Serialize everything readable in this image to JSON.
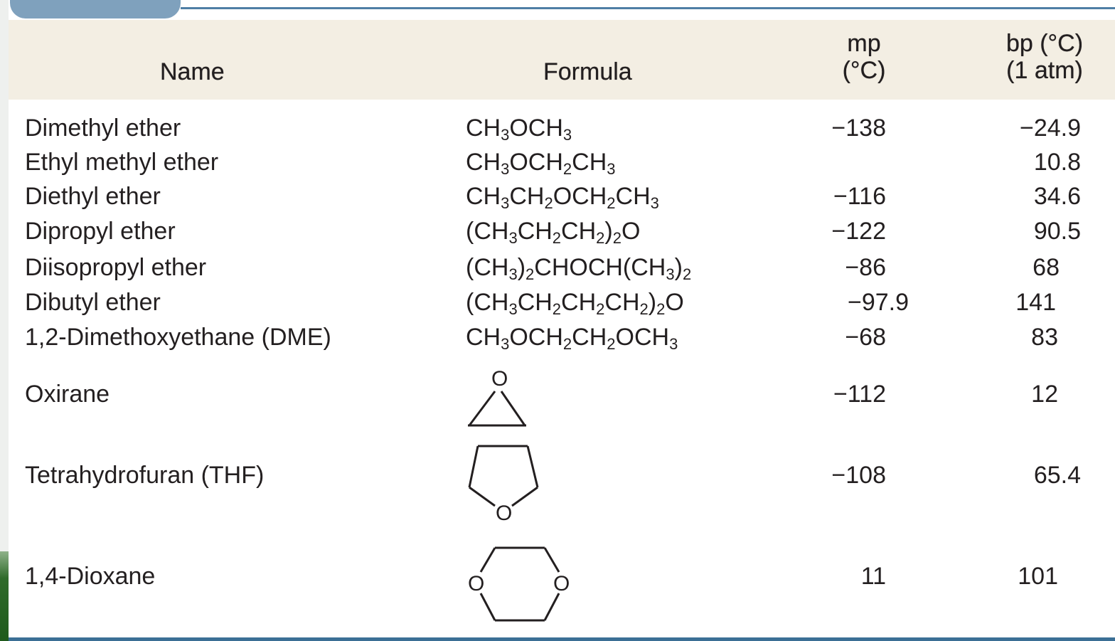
{
  "headers": {
    "name": "Name",
    "formula": "Formula",
    "mp_line1": "mp",
    "mp_line2": "(°C)",
    "bp_line1": "bp (°C)",
    "bp_line2": "(1 atm)"
  },
  "rows": [
    {
      "name": "Dimethyl ether",
      "formula_html": "CH<sub>3</sub>OCH<sub>3</sub>",
      "mp": "−138",
      "bp": "−24.9"
    },
    {
      "name": "Ethyl methyl ether",
      "formula_html": "CH<sub>3</sub>OCH<sub>2</sub>CH<sub>3</sub>",
      "mp": "",
      "bp": "10.8"
    },
    {
      "name": "Diethyl ether",
      "formula_html": "CH<sub>3</sub>CH<sub>2</sub>OCH<sub>2</sub>CH<sub>3</sub>",
      "mp": "−116",
      "bp": "34.6"
    },
    {
      "name": "Dipropyl ether",
      "formula_html": "(CH<sub>3</sub>CH<sub>2</sub>CH<sub>2</sub>)<sub>2</sub>O",
      "mp": "−122",
      "bp": "90.5"
    },
    {
      "name": "Diisopropyl ether",
      "formula_html": "(CH<sub>3</sub>)<sub>2</sub>CHOCH(CH<sub>3</sub>)<sub>2</sub>",
      "mp": "−86",
      "bp": "68"
    },
    {
      "name": "Dibutyl ether",
      "formula_html": "(CH<sub>3</sub>CH<sub>2</sub>CH<sub>2</sub>CH<sub>2</sub>)<sub>2</sub>O",
      "mp": "−97.9",
      "bp": "141"
    },
    {
      "name": "1,2-Dimethoxyethane (DME)",
      "formula_html": "CH<sub>3</sub>OCH<sub>2</sub>CH<sub>2</sub>OCH<sub>3</sub>",
      "mp": "−68",
      "bp": "83"
    },
    {
      "name": "Oxirane",
      "structure": "oxirane-ring",
      "mp": "−112",
      "bp": "12"
    },
    {
      "name": "Tetrahydrofuran (THF)",
      "structure": "thf-ring",
      "mp": "−108",
      "bp": "65.4"
    },
    {
      "name": "1,4-Dioxane",
      "structure": "dioxane-ring",
      "mp": "11",
      "bp": "101"
    }
  ],
  "ring_atom_label": "O",
  "colors": {
    "header_band": "#f3eee3",
    "rule": "#3b6f95",
    "tab": "#7fa1bd",
    "text": "#231f20"
  }
}
